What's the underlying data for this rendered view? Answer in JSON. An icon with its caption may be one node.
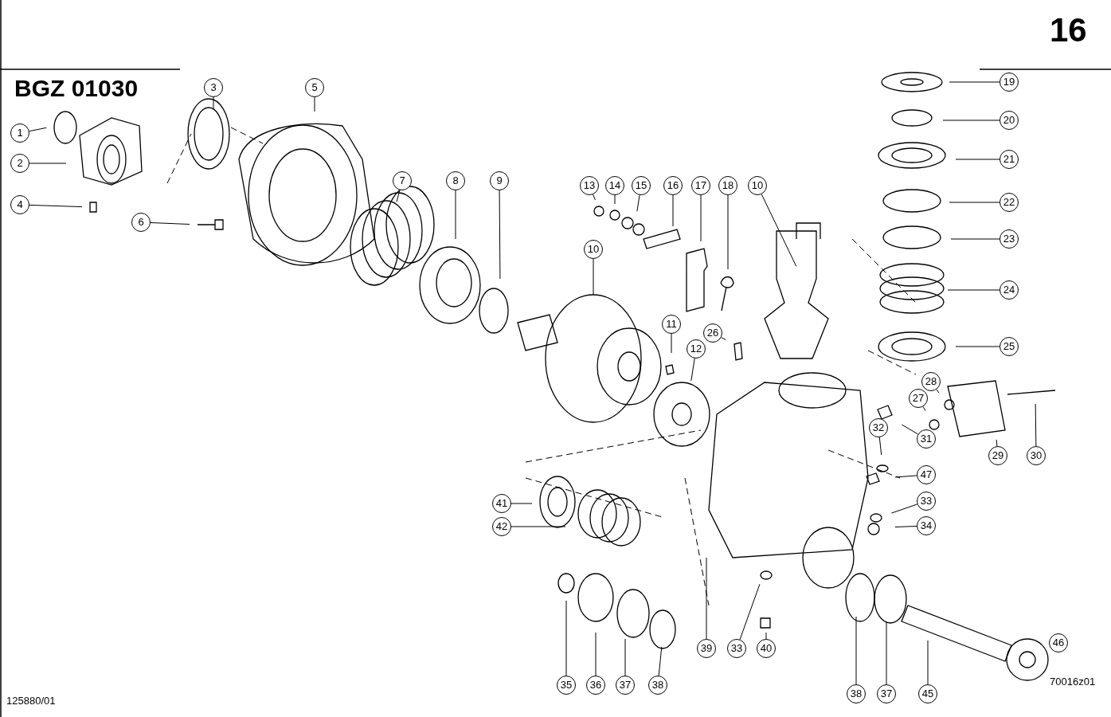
{
  "diagram": {
    "nodes": [
      {
        "text": [
          "1"
        ]
      },
      {
        "text": [
          "2"
        ]
      },
      {
        "text": [
          "3"
        ]
      },
      {
        "text": [
          "5"
        ]
      },
      {
        "text": [
          "4"
        ]
      },
      {
        "text": [
          "6"
        ]
      },
      {
        "text": [
          "7"
        ]
      },
      {
        "text": [
          "8"
        ]
      },
      {
        "text": [
          "9"
        ]
      },
      {
        "text": [
          "13"
        ]
      },
      {
        "text": [
          "14"
        ]
      },
      {
        "text": [
          "15"
        ]
      },
      {
        "text": [
          "16"
        ]
      },
      {
        "text": [
          "17"
        ]
      },
      {
        "text": [
          "18"
        ]
      },
      {
        "text": [
          "10"
        ]
      },
      {
        "text": [
          "19"
        ]
      },
      {
        "text": [
          "20"
        ]
      },
      {
        "text": [
          "21"
        ]
      },
      {
        "text": [
          "22"
        ]
      },
      {
        "text": [
          "23"
        ]
      },
      {
        "text": [
          "24"
        ]
      },
      {
        "text": [
          "25"
        ]
      },
      {
        "text": [
          "10"
        ]
      },
      {
        "text": [
          "11"
        ]
      },
      {
        "text": [
          "12"
        ]
      },
      {
        "text": [
          "26"
        ]
      },
      {
        "text": [
          "28"
        ]
      },
      {
        "text": [
          "27"
        ]
      },
      {
        "text": [
          "32"
        ]
      },
      {
        "text": [
          "31"
        ]
      },
      {
        "text": [
          "29"
        ]
      },
      {
        "text": [
          "30"
        ]
      },
      {
        "text": [
          "47"
        ]
      },
      {
        "text": [
          "41"
        ]
      },
      {
        "text": [
          "33"
        ]
      },
      {
        "text": [
          "42"
        ]
      },
      {
        "text": [
          "34"
        ]
      },
      {
        "text": [
          "46"
        ]
      },
      {
        "text": [
          "39"
        ]
      },
      {
        "text": [
          "33"
        ]
      },
      {
        "text": [
          "40"
        ]
      },
      {
        "text": [
          "35"
        ]
      },
      {
        "text": [
          "36"
        ]
      },
      {
        "text": [
          "37"
        ]
      },
      {
        "text": [
          "38"
        ]
      },
      {
        "text": [
          "38"
        ]
      },
      {
        "text": [
          "37"
        ]
      },
      {
        "text": [
          "45"
        ]
      }
    ],
    "edges": [
      {
        "from": 0,
        "to": null,
        "arrow": "none"
      },
      {
        "from": 1,
        "to": null,
        "arrow": "none"
      },
      {
        "from": 2,
        "to": null,
        "arrow": "none"
      },
      {
        "from": 3,
        "to": null,
        "arrow": "none"
      },
      {
        "from": 4,
        "to": null,
        "arrow": "none"
      },
      {
        "from": 5,
        "to": null,
        "arrow": "none"
      },
      {
        "from": 6,
        "to": null,
        "arrow": "none"
      },
      {
        "from": 7,
        "to": null,
        "arrow": "none"
      },
      {
        "from": 8,
        "to": null,
        "arrow": "none"
      },
      {
        "from": 9,
        "to": null,
        "arrow": "none"
      },
      {
        "from": 10,
        "to": null,
        "arrow": "none"
      },
      {
        "from": 11,
        "to": null,
        "arrow": "none"
      },
      {
        "from": 12,
        "to": null,
        "arrow": "none"
      },
      {
        "from": 13,
        "to": null,
        "arrow": "none"
      },
      {
        "from": 14,
        "to": null,
        "arrow": "none"
      },
      {
        "from": 15,
        "to": null,
        "arrow": "none"
      },
      {
        "from": 16,
        "to": null,
        "arrow": "none"
      },
      {
        "from": 17,
        "to": null,
        "arrow": "none"
      },
      {
        "from": 18,
        "to": null,
        "arrow": "none"
      },
      {
        "from": 19,
        "to": null,
        "arrow": "none"
      },
      {
        "from": 20,
        "to": null,
        "arrow": "none"
      },
      {
        "from": 21,
        "to": null,
        "arrow": "none"
      },
      {
        "from": 22,
        "to": null,
        "arrow": "none"
      },
      {
        "from": 23,
        "to": null,
        "arrow": "none"
      },
      {
        "from": 24,
        "to": null,
        "arrow": "none"
      },
      {
        "from": 25,
        "to": null,
        "arrow": "none"
      },
      {
        "from": 26,
        "to": null,
        "arrow": "none"
      },
      {
        "from": 27,
        "to": null,
        "arrow": "none"
      },
      {
        "from": 28,
        "to": null,
        "arrow": "none"
      },
      {
        "from": 29,
        "to": null,
        "arrow": "none"
      },
      {
        "from": 30,
        "to": null,
        "arrow": "none"
      },
      {
        "from": 31,
        "to": null,
        "arrow": "none"
      },
      {
        "from": 32,
        "to": null,
        "arrow": "none"
      },
      {
        "from": 33,
        "to": null,
        "arrow": "none"
      },
      {
        "from": 34,
        "to": null,
        "arrow": "none"
      },
      {
        "from": 35,
        "to": null,
        "arrow": "none"
      },
      {
        "from": 36,
        "to": null,
        "arrow": "none"
      },
      {
        "from": 37,
        "to": null,
        "arrow": "none"
      },
      {
        "from": 38,
        "to": null,
        "arrow": "none"
      },
      {
        "from": 39,
        "to": null,
        "arrow": "none"
      },
      {
        "from": 40,
        "to": null,
        "arrow": "none"
      },
      {
        "from": 41,
        "to": null,
        "arrow": "none"
      },
      {
        "from": 42,
        "to": null,
        "arrow": "none"
      },
      {
        "from": 43,
        "to": null,
        "arrow": "none"
      },
      {
        "from": 44,
        "to": null,
        "arrow": "none"
      },
      {
        "from": 45,
        "to": null,
        "arrow": "none"
      },
      {
        "from": 46,
        "to": null,
        "arrow": "none"
      },
      {
        "from": 47,
        "to": null,
        "arrow": "none"
      },
      {
        "from": 48,
        "to": null,
        "arrow": "none"
      }
    ],
    "labels": [
      "16",
      "BGZ 01030",
      "125880/01",
      "70016z01"
    ]
  }
}
